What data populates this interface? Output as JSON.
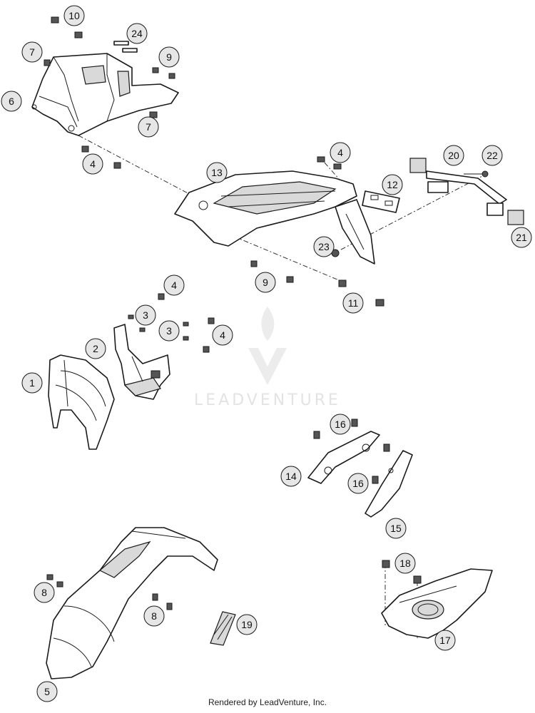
{
  "callouts": [
    "1",
    "2",
    "3",
    "3",
    "4",
    "4",
    "4",
    "4",
    "5",
    "6",
    "7",
    "7",
    "8",
    "8",
    "9",
    "9",
    "10",
    "11",
    "12",
    "13",
    "14",
    "15",
    "16",
    "16",
    "17",
    "18",
    "19",
    "20",
    "21",
    "22",
    "23",
    "24"
  ],
  "watermark": "LEADVENTURE",
  "footer": "Rendered by LeadVenture, Inc."
}
